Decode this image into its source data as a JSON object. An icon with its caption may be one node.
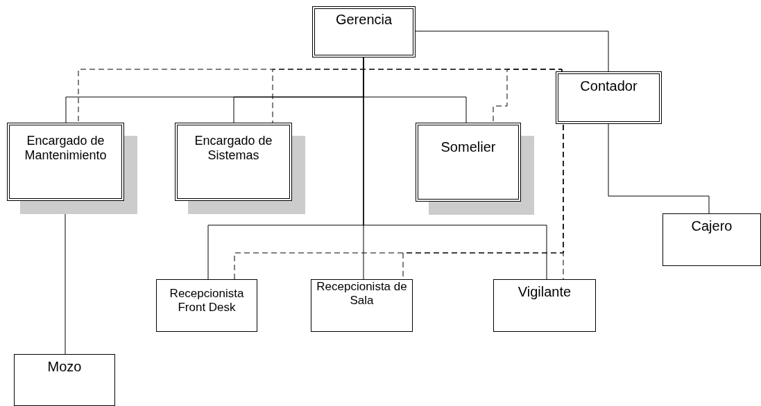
{
  "diagram": {
    "nodes": [
      {
        "text": [
          "Gerencia"
        ]
      },
      {
        "text": [
          "Contador"
        ]
      },
      {
        "text": [
          "Encargado de Mantenimiento"
        ]
      },
      {
        "text": [
          "Encargado de Sistemas"
        ]
      },
      {
        "text": [
          "Somelier"
        ]
      },
      {
        "text": [
          "Recepcionista Front Desk"
        ]
      },
      {
        "text": [
          "Recepcionista de Sala"
        ]
      },
      {
        "text": [
          "Vigilante"
        ]
      },
      {
        "text": [
          "Cajero"
        ]
      },
      {
        "text": [
          "Mozo"
        ]
      }
    ],
    "edges": [
      {
        "from": 0,
        "to": 1,
        "arrow": "none"
      },
      {
        "from": 0,
        "to": 2,
        "arrow": "none"
      },
      {
        "from": 0,
        "to": 3,
        "arrow": "none"
      },
      {
        "from": 0,
        "to": 4,
        "arrow": "none"
      },
      {
        "from": 0,
        "to": 5,
        "arrow": "none"
      },
      {
        "from": 0,
        "to": 6,
        "arrow": "none"
      },
      {
        "from": 0,
        "to": 7,
        "arrow": "none"
      },
      {
        "from": 1,
        "to": 8,
        "arrow": "none"
      },
      {
        "from": 2,
        "to": 9,
        "arrow": "none"
      },
      {
        "from": 1,
        "to": 2,
        "arrow": "none",
        "style": "dashed"
      },
      {
        "from": 1,
        "to": 3,
        "arrow": "none",
        "style": "dashed"
      },
      {
        "from": 1,
        "to": 4,
        "arrow": "none",
        "style": "dashed"
      },
      {
        "from": 1,
        "to": 7,
        "arrow": "none",
        "style": "dashed"
      },
      {
        "from": 1,
        "to": 5,
        "arrow": "none",
        "style": "dashed"
      },
      {
        "from": 1,
        "to": 6,
        "arrow": "none",
        "style": "dashed"
      }
    ]
  }
}
